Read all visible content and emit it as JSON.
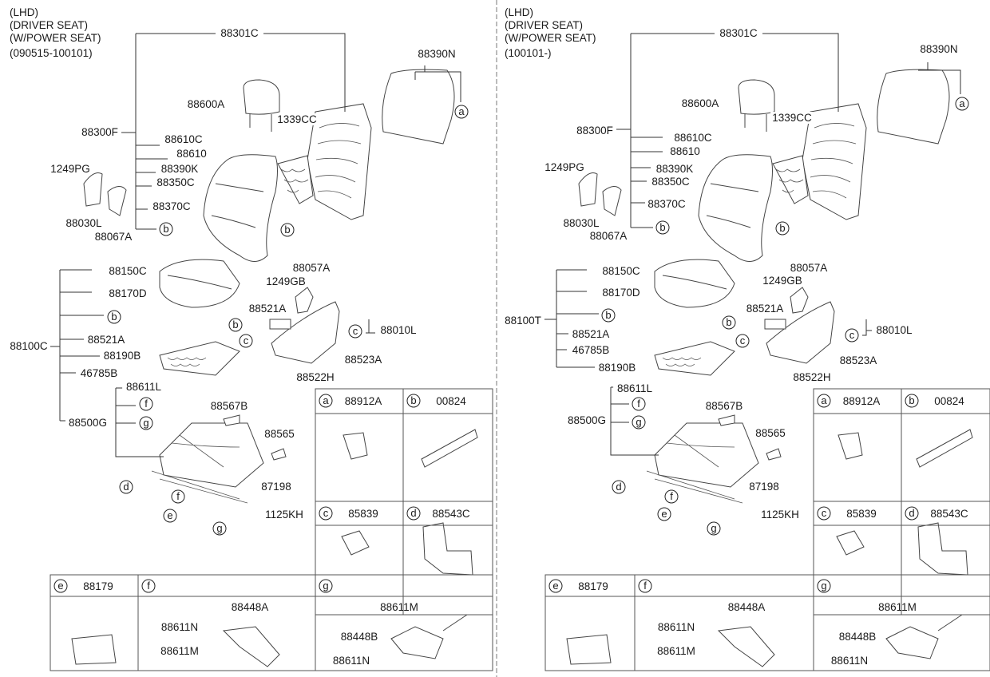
{
  "panels": [
    {
      "title_lines": [
        "(LHD)",
        "(DRIVER SEAT)",
        "(W/POWER SEAT)",
        "(090515-100101)"
      ],
      "callouts": [
        "88301C",
        "88390N",
        "88600A",
        "1339CC",
        "88300F",
        "88610C",
        "88610",
        "88390K",
        "88350C",
        "88370C",
        "1249PG",
        "88030L",
        "88067A",
        "88150C",
        "88170D",
        "88521A",
        "88190B",
        "46785B",
        "88100C",
        "88057A",
        "1249GB",
        "88521A",
        "88010L",
        "88523A",
        "88522H",
        "88611L",
        "88500G",
        "88567B",
        "88565",
        "87198",
        "1125KH"
      ],
      "circle_refs": [
        "a",
        "b",
        "b",
        "b",
        "b",
        "c",
        "c",
        "f",
        "g",
        "d",
        "f",
        "e",
        "g"
      ],
      "legend": [
        {
          "letter": "a",
          "part": "88912A"
        },
        {
          "letter": "b",
          "part": "00824"
        },
        {
          "letter": "c",
          "part": "85839"
        },
        {
          "letter": "d",
          "part": "88543C"
        },
        {
          "letter": "e",
          "part": "88179"
        },
        {
          "letter": "f",
          "part": ""
        },
        {
          "letter": "g",
          "part": ""
        }
      ],
      "detail_f": [
        "88448A",
        "88611N",
        "88611M"
      ],
      "detail_g": [
        "88611M",
        "88448B",
        "88611N"
      ]
    },
    {
      "title_lines": [
        "(LHD)",
        "(DRIVER SEAT)",
        "(W/POWER SEAT)",
        "(100101-)"
      ],
      "callouts": [
        "88301C",
        "88390N",
        "88600A",
        "1339CC",
        "88300F",
        "88610C",
        "88610",
        "88390K",
        "88350C",
        "88370C",
        "1249PG",
        "88030L",
        "88067A",
        "88150C",
        "88170D",
        "88521A",
        "88190B",
        "46785B",
        "88100T",
        "88057A",
        "1249GB",
        "88521A",
        "88010L",
        "88523A",
        "88522H",
        "88611L",
        "88500G",
        "88567B",
        "88565",
        "87198",
        "1125KH"
      ],
      "circle_refs": [
        "a",
        "b",
        "b",
        "b",
        "b",
        "c",
        "c",
        "f",
        "g",
        "d",
        "f",
        "e",
        "g"
      ],
      "legend": [
        {
          "letter": "a",
          "part": "88912A"
        },
        {
          "letter": "b",
          "part": "00824"
        },
        {
          "letter": "c",
          "part": "85839"
        },
        {
          "letter": "d",
          "part": "88543C"
        },
        {
          "letter": "e",
          "part": "88179"
        },
        {
          "letter": "f",
          "part": ""
        },
        {
          "letter": "g",
          "part": ""
        }
      ],
      "detail_f": [
        "88448A",
        "88611N",
        "88611M"
      ],
      "detail_g": [
        "88611M",
        "88448B",
        "88611N"
      ]
    }
  ]
}
